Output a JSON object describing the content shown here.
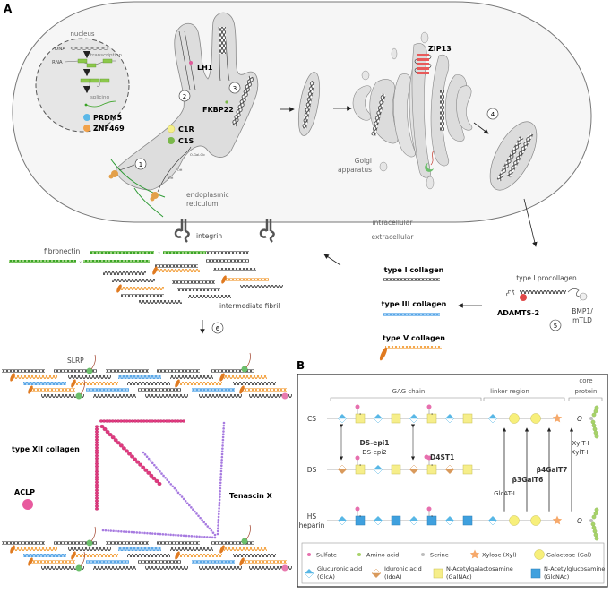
{
  "panels": {
    "a_label": "A",
    "b_label": "B"
  },
  "cell": {
    "nucleus": {
      "title": "nucleus",
      "dna": "DNA",
      "rna": "RNA",
      "transcription": "transcription",
      "splicing": "splicing",
      "factors": [
        {
          "label": "PRDM5",
          "color": "#5bb8e8"
        },
        {
          "label": "ZNF469",
          "color": "#f2a24a"
        }
      ]
    },
    "er": {
      "label_line1": "endoplasmic",
      "label_line2": "reticulum",
      "enzymes": [
        {
          "label": "LH1",
          "color": "#e05a9a"
        },
        {
          "label": "FKBP22",
          "color": "#7ab84a"
        },
        {
          "label": "C1R",
          "color": "#f4ef8a"
        },
        {
          "label": "C1S",
          "color": "#7ab84a"
        }
      ],
      "glyco_labels": [
        "O-Gal-Glc",
        "OH",
        "OH"
      ],
      "steps": [
        "1",
        "2",
        "3"
      ]
    },
    "golgi": {
      "label_line1": "Golgi",
      "label_line2": "apparatus",
      "zip13": "ZIP13"
    },
    "step4": "4",
    "intracellular": "intracellular",
    "extracellular": "extracellular"
  },
  "extracellular": {
    "integrin": "integrin",
    "fibronectin": "fibronectin",
    "intermediate_fibril": "intermediate fibril",
    "procollagen": "type I procollagen",
    "adamts2": "ADAMTS-2",
    "bmp1_line1": "BMP1/",
    "bmp1_line2": "mTLD",
    "step5": "5",
    "step6": "6",
    "collagen_types": [
      {
        "label": "type I collagen",
        "color": "#555555"
      },
      {
        "label": "type III collagen",
        "color": "#5aa6e6"
      },
      {
        "label": "type V collagen",
        "color": "#f29a30"
      }
    ],
    "slrp": "SLRP",
    "type_xii": "type XII collagen",
    "aclp": "ACLP",
    "tenascin": "Tenascin X"
  },
  "panel_b": {
    "brackets": {
      "gag": "GAG chain",
      "linker": "linker region",
      "core_line1": "core",
      "core_line2": "protein"
    },
    "rows": [
      {
        "label": "CS",
        "label2": "",
        "chain": [
          "glca",
          "galnac",
          "glca",
          "galnac",
          "glca",
          "galnac",
          "glca",
          "galnac"
        ],
        "sulfate_pos": [
          1,
          5
        ],
        "sulfate_num": "4"
      },
      {
        "label": "DS",
        "label2": "",
        "chain": [
          "idoa",
          "galnac",
          "glca",
          "galnac",
          "idoa",
          "galnac",
          "idoa",
          "galnac"
        ],
        "sulfate_pos": [
          1,
          5
        ],
        "sulfate_num": "4"
      },
      {
        "label": "HS",
        "label2": "heparin",
        "chain": [
          "glca",
          "glcnac",
          "glca",
          "glcnac",
          "glca",
          "glcnac",
          "glca",
          "glcnac"
        ],
        "sulfate_pos": [
          1,
          5
        ],
        "sulfate_num": "3"
      }
    ],
    "linker": [
      "glca",
      "gal",
      "gal",
      "xyl"
    ],
    "o_label": "O",
    "enzymes": {
      "ds_epi1": "DS-epi1",
      "ds_epi2": "DS-epi2",
      "d4st1": "D4ST1",
      "glcat": "GlcAT-I",
      "b3galt6": "β3GalT6",
      "b4galt7": "β4GalT7",
      "xylt1": "XylT-I",
      "xylt2": "XylT-II"
    },
    "legend": [
      {
        "key": "sulfate",
        "label": "Sulfate",
        "label2": ""
      },
      {
        "key": "aa",
        "label": "Amino acid",
        "label2": ""
      },
      {
        "key": "serine",
        "label": "Serine",
        "label2": ""
      },
      {
        "key": "xyl",
        "label": "Xylose (Xyl)",
        "label2": ""
      },
      {
        "key": "gal",
        "label": "Galactose (Gal)",
        "label2": ""
      },
      {
        "key": "glca",
        "label": "Glucuronic acid",
        "label2": "(GlcA)"
      },
      {
        "key": "idoa",
        "label": "Iduronic acid",
        "label2": "(IdoA)"
      },
      {
        "key": "galnac",
        "label": "N-Acetylgalactosamine",
        "label2": "(GalNAc)"
      },
      {
        "key": "glcnac",
        "label": "N-Acetylglucosamine",
        "label2": "(GlcNAc)"
      }
    ],
    "colors": {
      "sulfate": "#e76fae",
      "aa": "#a8d36a",
      "serine": "#bdbdbd",
      "xyl": "#f6a96b",
      "gal": "#f7ef7a",
      "glca": "#58b7e6",
      "idoa": "#d99a5c",
      "galnac": "#f6ee8a",
      "glcnac": "#3fa0de"
    }
  },
  "colors": {
    "cell_fill": "#f5f5f5",
    "organelle_fill": "#dcdcdc",
    "collagen_dark": "#4a4a4a",
    "collagen_orange": "#f29a30",
    "collagen_blue": "#5aa6e6",
    "fibronectin": "#3aa326",
    "type_xii": "#e0397e",
    "tenascin": "#a77be0",
    "slrp": "#6bbf6b",
    "zip13": "#e85a5a",
    "adamts": "#e04848"
  }
}
